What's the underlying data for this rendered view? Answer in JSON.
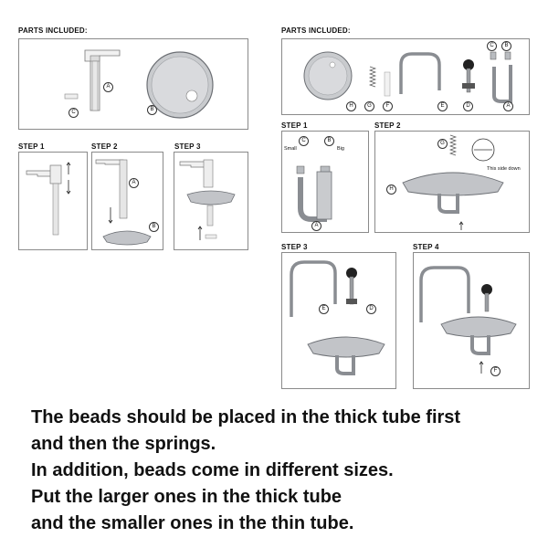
{
  "left": {
    "parts_header": "PARTS INCLUDED:",
    "parts_labels": [
      "A",
      "B",
      "C"
    ],
    "steps": [
      "STEP 1",
      "STEP 2",
      "STEP 3"
    ],
    "step2_labels": [
      "A",
      "B"
    ]
  },
  "right": {
    "parts_header": "PARTS INCLUDED:",
    "parts_labels": [
      "H",
      "G",
      "F",
      "E",
      "D",
      "C",
      "B",
      "A"
    ],
    "steps": [
      "STEP 1",
      "STEP 2",
      "STEP 3",
      "STEP 4"
    ],
    "step1": {
      "small": "Small",
      "big": "Big",
      "labels": [
        "C",
        "B",
        "A"
      ]
    },
    "step2": {
      "note": "This side down",
      "labels": [
        "G",
        "H"
      ]
    },
    "step3_labels": [
      "E",
      "D"
    ],
    "step4_labels": [
      "F"
    ]
  },
  "instructions": [
    "The beads should be placed in the thick tube first",
    "and then the springs.",
    "In addition, beads come in different sizes.",
    "Put the larger ones in the thick tube",
    "and the smaller ones in the thin tube."
  ],
  "colors": {
    "metal": "#b9bcc0",
    "metal_dark": "#6d7075",
    "frame": "#8a8a8a"
  }
}
